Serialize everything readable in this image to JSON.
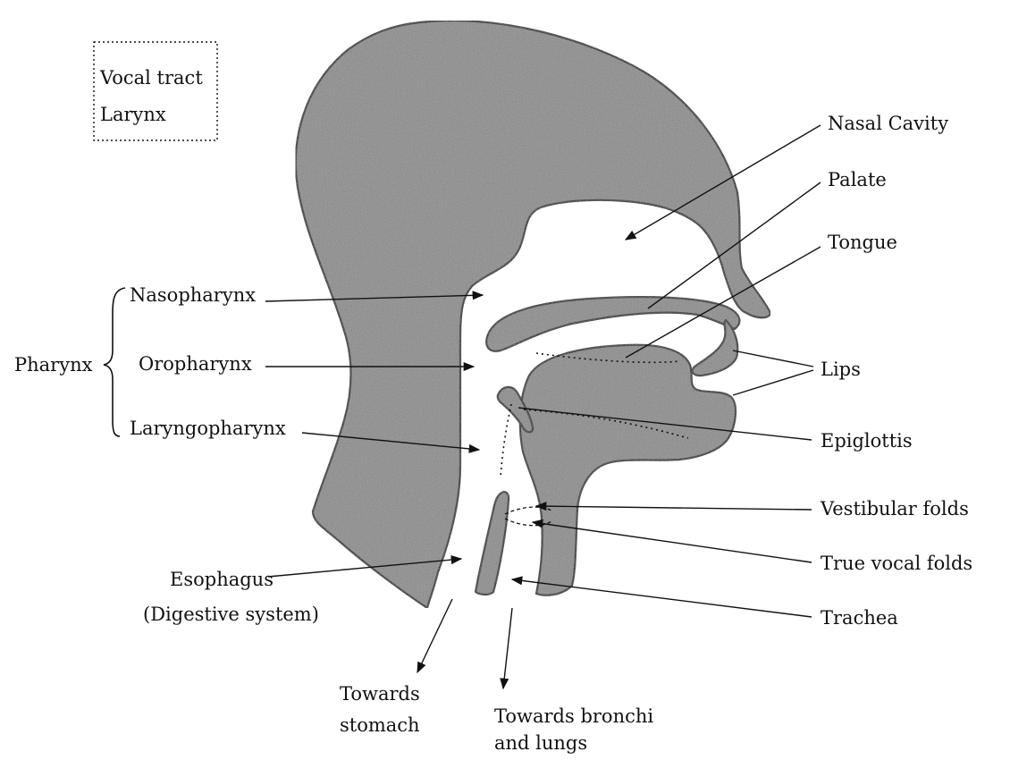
{
  "legend": {
    "line1": "Vocal tract",
    "line2": "Larynx"
  },
  "labels": {
    "nasal_cavity": "Nasal Cavity",
    "palate": "Palate",
    "tongue": "Tongue",
    "lips": "Lips",
    "epiglottis": "Epiglottis",
    "vestibular_folds": "Vestibular folds",
    "true_vocal_folds": "True vocal folds",
    "trachea": "Trachea",
    "pharynx": "Pharynx",
    "nasopharynx": "Nasopharynx",
    "oropharynx": "Oropharynx",
    "laryngopharynx": "Laryngopharynx",
    "esophagus": "Esophagus",
    "esophagus_note_open": "(",
    "esophagus_note": "Digestive system",
    "esophagus_note_close": ")",
    "towards_stomach_1": "Towards",
    "towards_stomach_2": "stomach",
    "towards_lungs_1": "Towards bronchi",
    "towards_lungs_2": "and lungs"
  },
  "colors": {
    "tissue_fill": "#8a8a8a",
    "outline": "#1a1a1a",
    "background": "#ffffff"
  }
}
